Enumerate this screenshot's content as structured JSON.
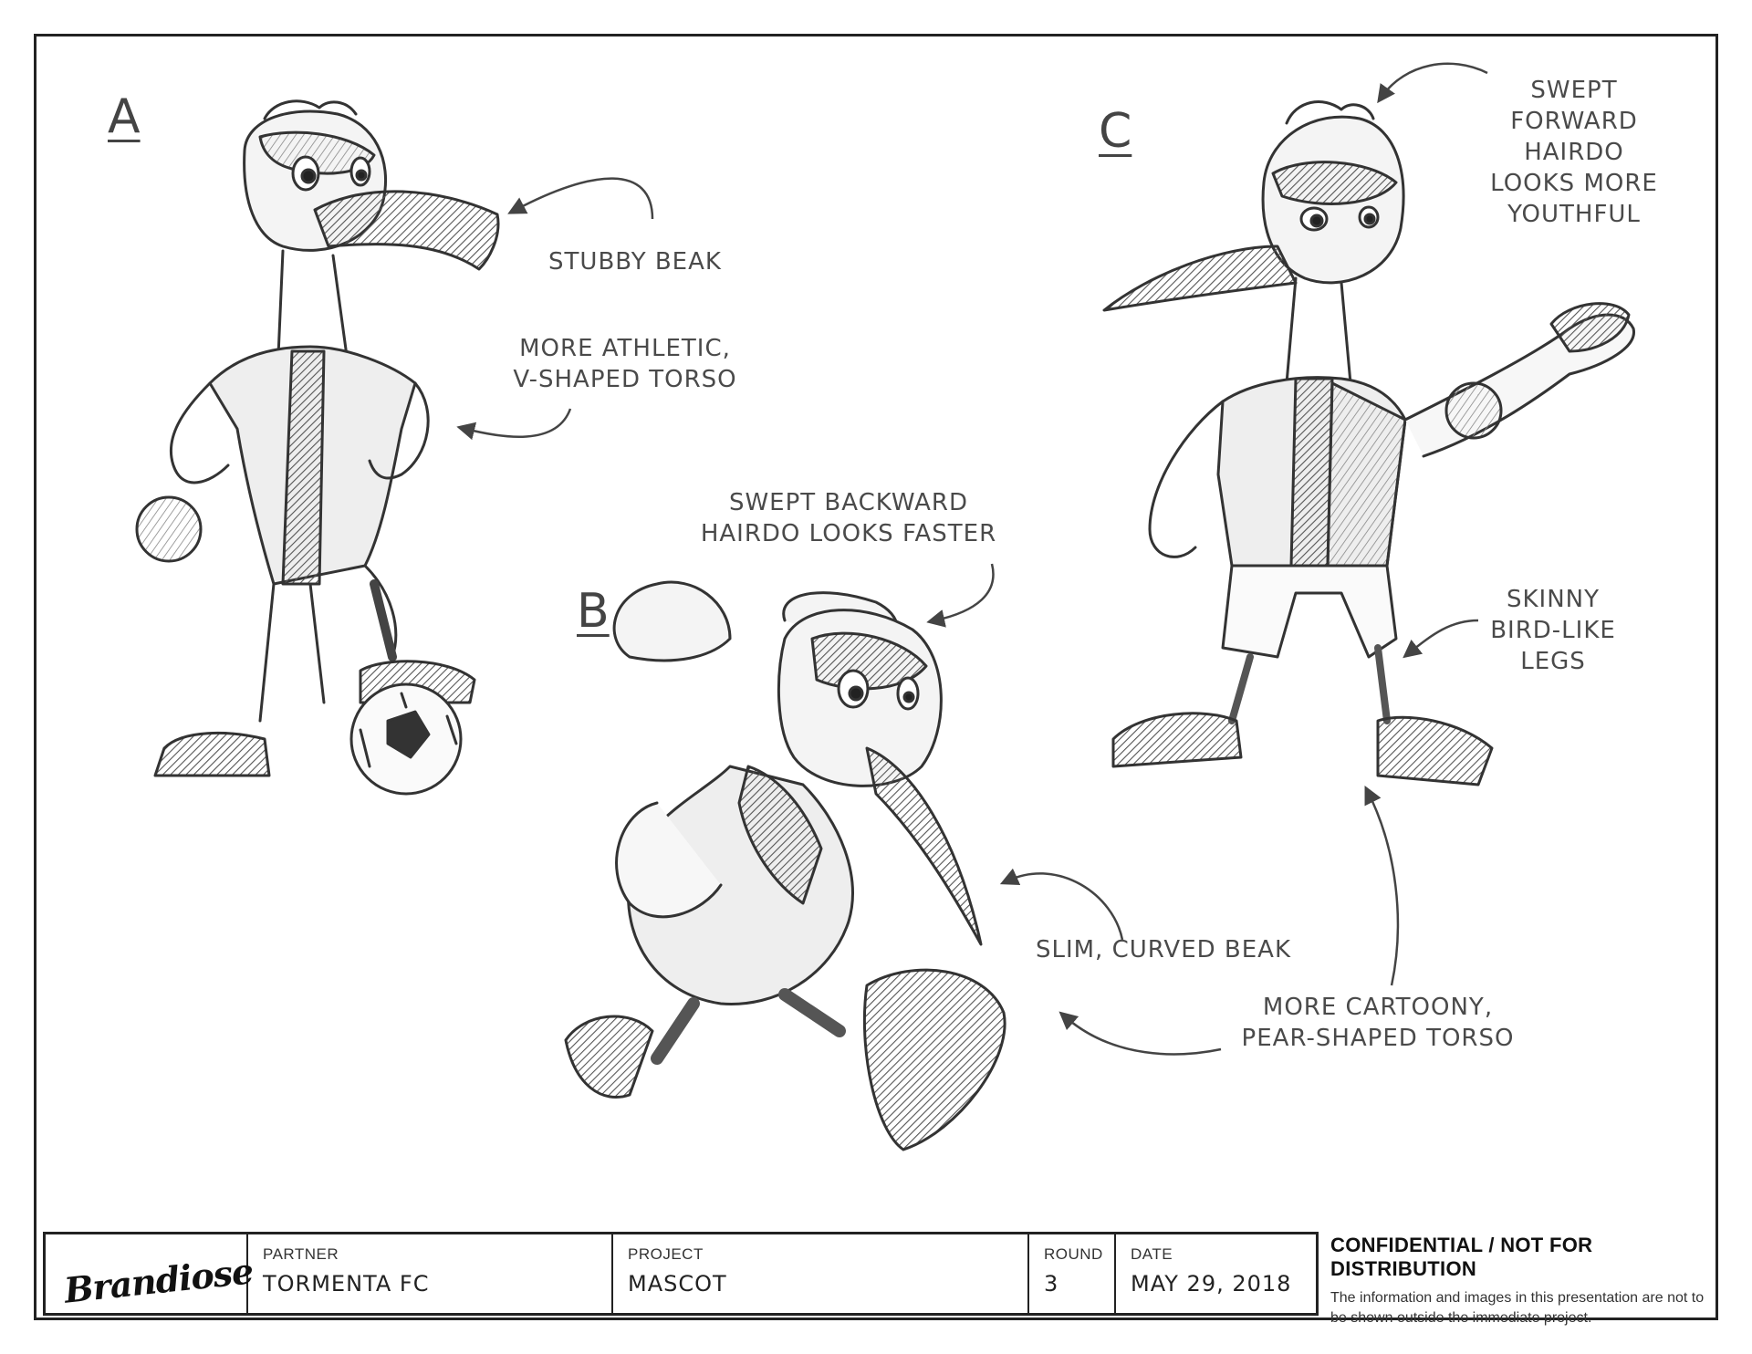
{
  "variants": {
    "a": "A",
    "b": "B",
    "c": "C"
  },
  "notes": {
    "stubby_beak": "Stubby Beak",
    "athletic_torso_1": "More Athletic,",
    "athletic_torso_2": "V-Shaped Torso",
    "swept_back_1": "Swept Backward",
    "swept_back_2": "Hairdo Looks Faster",
    "swept_forward_1": "Swept",
    "swept_forward_2": "Forward",
    "swept_forward_3": "Hairdo",
    "swept_forward_4": "Looks More",
    "swept_forward_5": "Youthful",
    "skinny_legs_1": "Skinny",
    "skinny_legs_2": "Bird-Like",
    "skinny_legs_3": "Legs",
    "slim_beak": "Slim, Curved Beak",
    "cartoony_torso_1": "More Cartoony,",
    "cartoony_torso_2": "Pear-Shaped Torso"
  },
  "titleblock": {
    "logo": "Brandiose",
    "partner_label": "Partner",
    "partner_value": "Tormenta FC",
    "project_label": "Project",
    "project_value": "Mascot",
    "round_label": "Round",
    "round_value": "3",
    "date_label": "Date",
    "date_value": "May 29, 2018"
  },
  "confidential": {
    "title": "CONFIDENTIAL / NOT FOR DISTRIBUTION",
    "text": "The information and images in this presentation are not to be shown outside the immediate project."
  }
}
